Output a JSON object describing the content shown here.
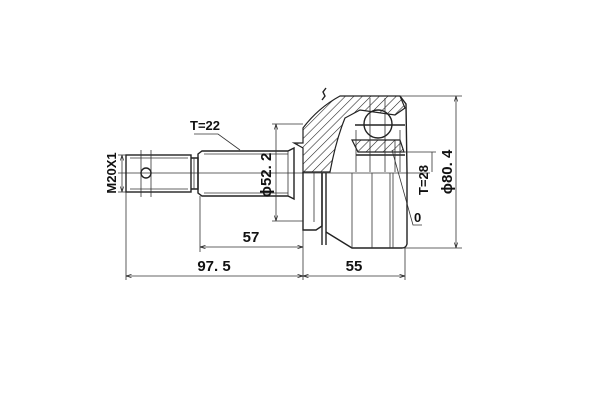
{
  "drawing": {
    "subject": "CV joint outer (drive shaft joint) technical drawing",
    "dimensions": {
      "thread": "M20X1",
      "shaft_spline_teeth": "T=22",
      "seal_diameter": "ϕ52. 2",
      "length_inner": "57",
      "length_overall_shaft": "97. 5",
      "length_bell": "55",
      "bell_spline_teeth": "T=28",
      "outer_diameter": "ϕ80. 4",
      "abs_ring": "0"
    }
  }
}
